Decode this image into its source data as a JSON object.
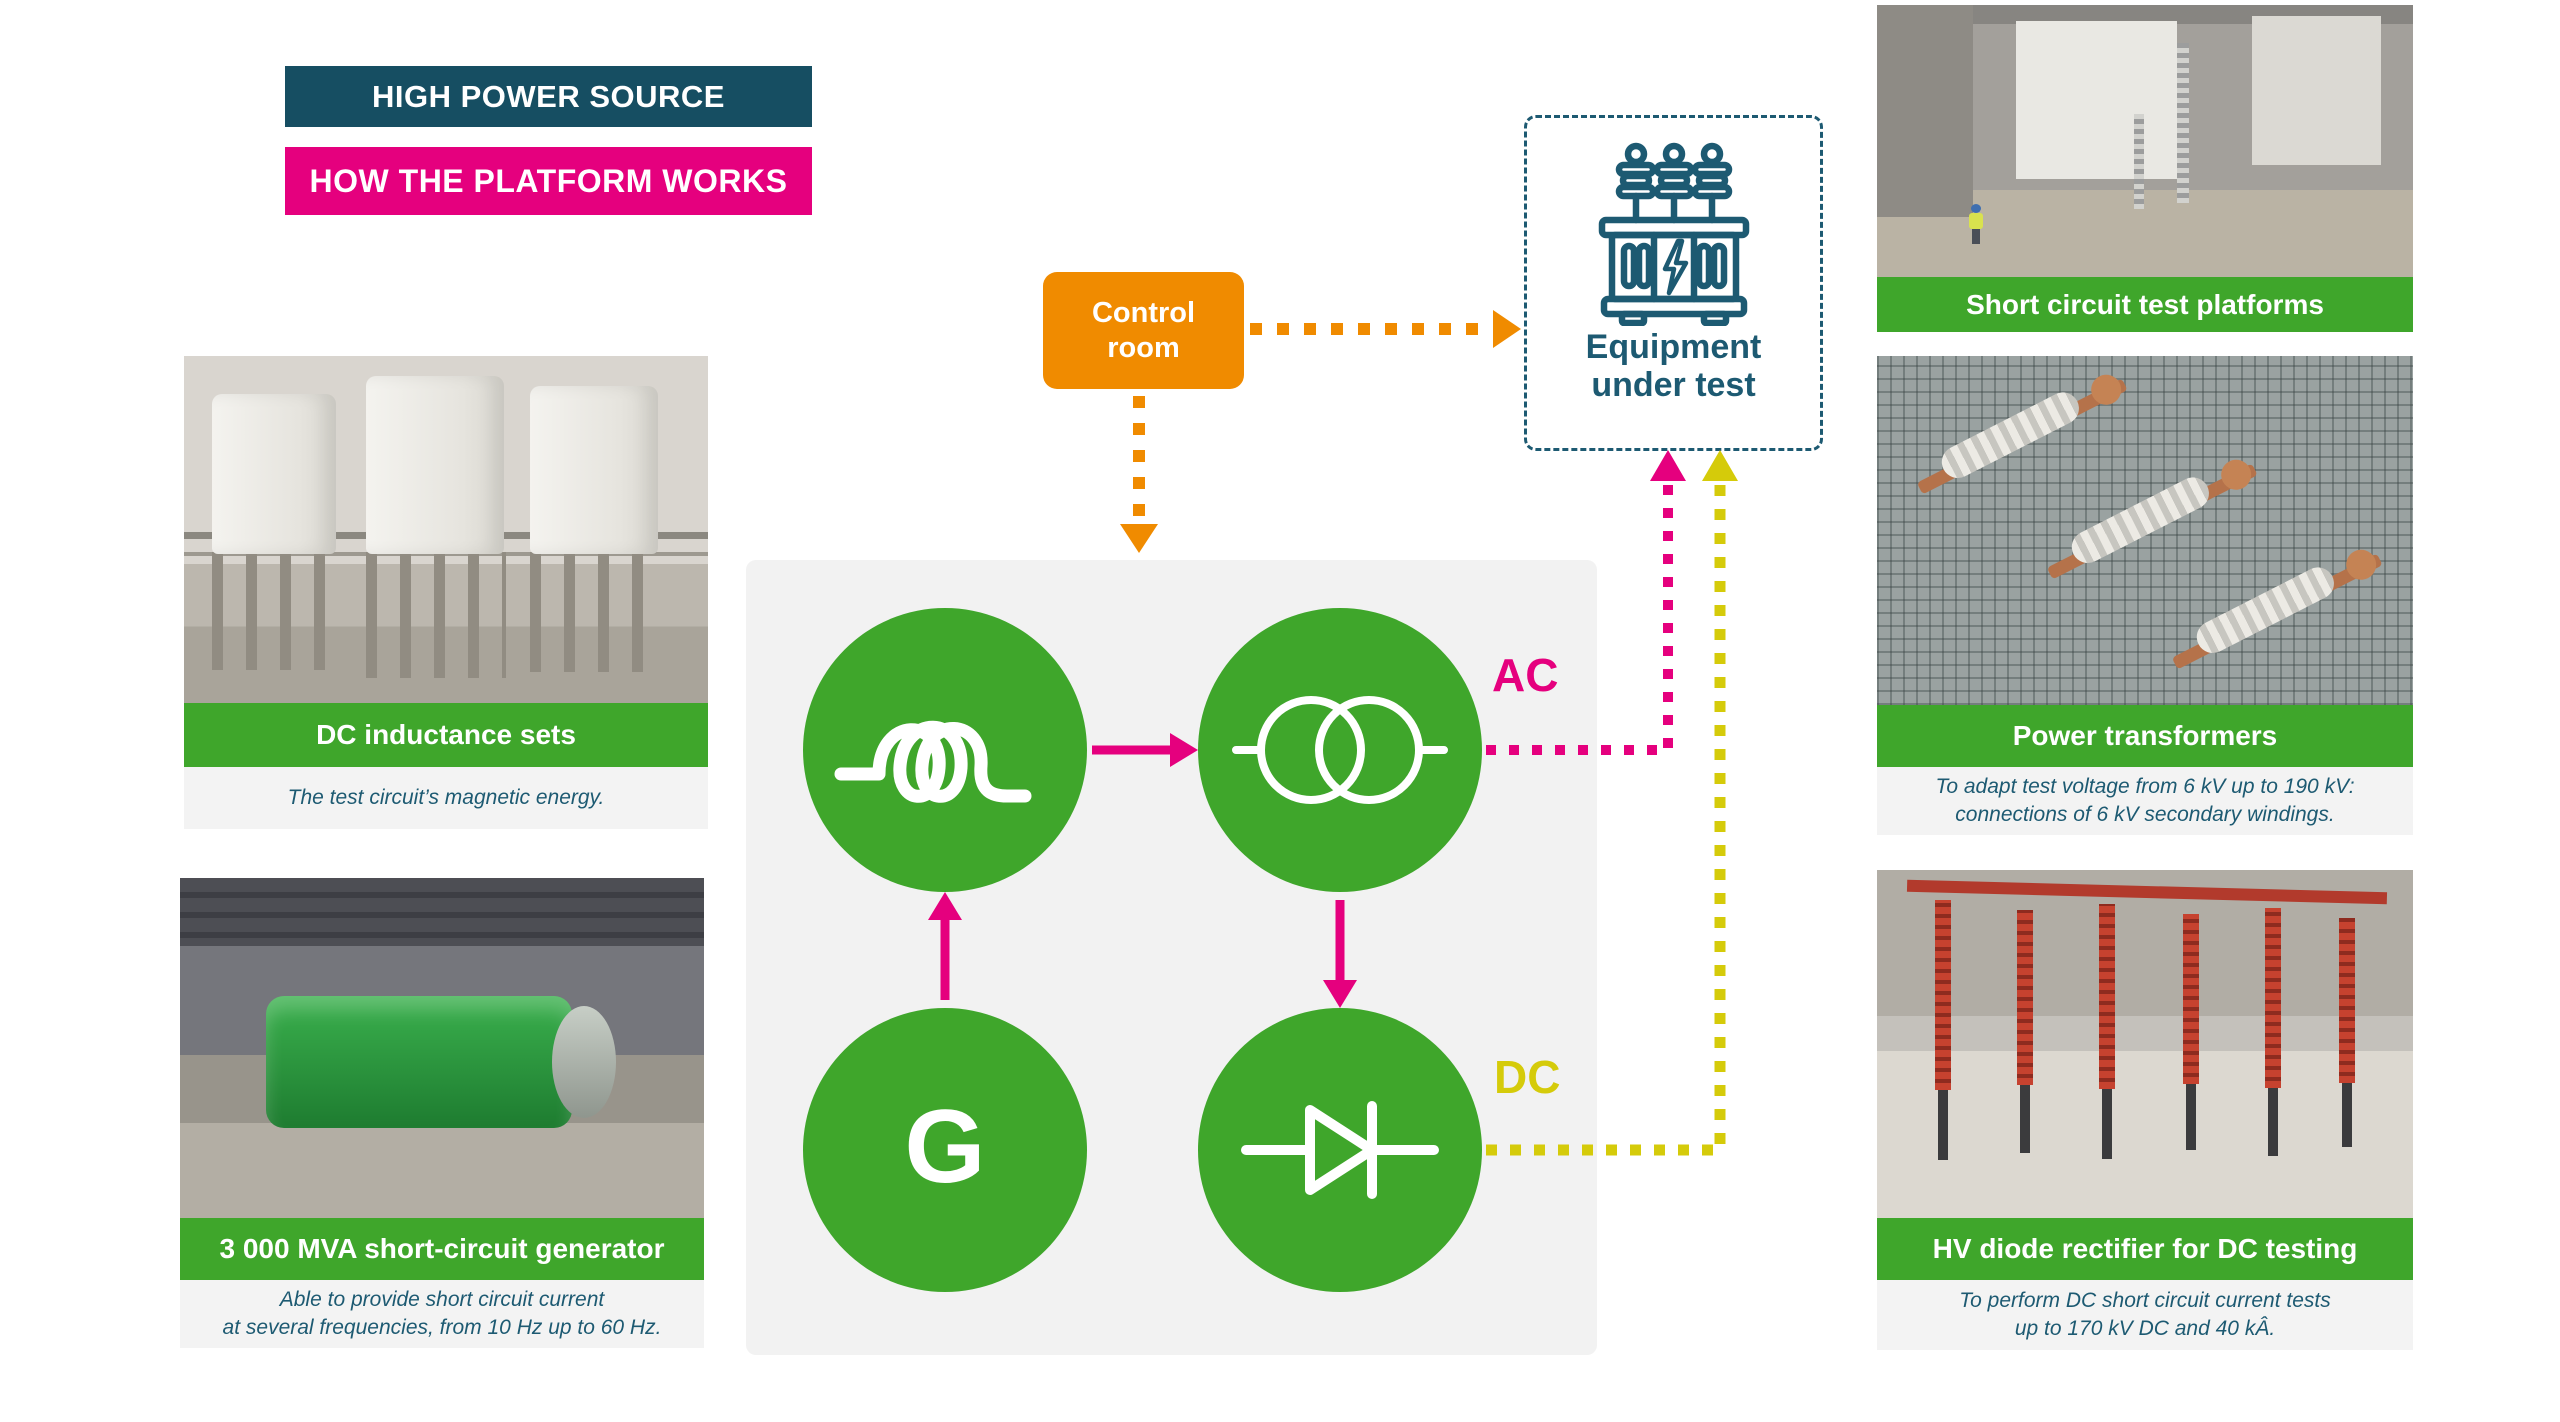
{
  "header": {
    "banner1": "HIGH POWER SOURCE",
    "banner2": "HOW THE PLATFORM WORKS"
  },
  "diagram": {
    "control_room": {
      "label": "Control\nroom"
    },
    "equipment": {
      "label": "Equipment under test",
      "icon": "transformer-icon"
    },
    "ac_label": "AC",
    "dc_label": "DC",
    "generator_letter": "G",
    "nodes": [
      {
        "id": "inductor",
        "icon": "inductor-coil-icon"
      },
      {
        "id": "transformer",
        "icon": "transformer-circles-icon"
      },
      {
        "id": "generator",
        "icon": "generator-G"
      },
      {
        "id": "diode",
        "icon": "diode-icon"
      }
    ]
  },
  "cards": [
    {
      "id": "dc-inductance",
      "title": "DC inductance sets",
      "subtitle": "The test circuit’s magnetic energy."
    },
    {
      "id": "generator",
      "title": "3 000 MVA short-circuit generator",
      "subtitle": "Able to provide short circuit current\nat several frequencies, from 10 Hz up to 60 Hz."
    },
    {
      "id": "platforms",
      "title": "Short circuit test platforms",
      "subtitle": ""
    },
    {
      "id": "transformers",
      "title": "Power transformers",
      "subtitle": "To adapt test voltage from 6 kV up to 190 kV:\nconnections of 6 kV secondary windings."
    },
    {
      "id": "rectifier",
      "title": "HV diode rectifier for DC testing",
      "subtitle": "To perform DC short circuit current tests\nup to 170 kV DC and 40 kÂ."
    }
  ],
  "colors": {
    "green": "#3FA62B",
    "pink": "#E5007E",
    "orange": "#F08B00",
    "yellow": "#D5CB0A",
    "teal": "#164E62",
    "ink": "#1D5A72",
    "panel": "#F2F2F2",
    "subbg": "#F3F3F3"
  }
}
